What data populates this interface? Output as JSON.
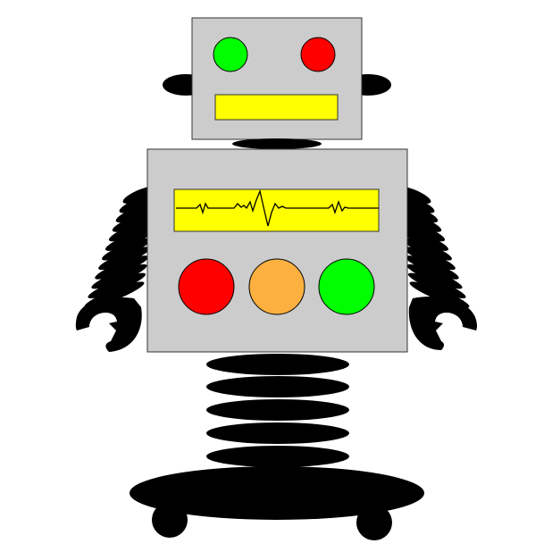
{
  "colors": {
    "background": "#ffffff",
    "body_gray": "#cccccc",
    "outline": "#333333",
    "black": "#000000",
    "screen_yellow": "#ffff00",
    "left_eye": "#00ff00",
    "right_eye": "#ff0000",
    "light_red": "#ff0000",
    "light_orange": "#fbb040",
    "light_green": "#00ff00"
  },
  "icons": {
    "head": "robot-head",
    "eyes": [
      "green-eye-icon",
      "red-eye-icon"
    ],
    "mouth": "mouth-bar",
    "screen": "heartbeat-waveform",
    "lights": [
      "red-light-icon",
      "orange-light-icon",
      "green-light-icon"
    ],
    "arms": [
      "left-spring-arm",
      "right-spring-arm"
    ],
    "claws": [
      "left-claw-icon",
      "right-claw-icon"
    ],
    "neck": "spring-neck",
    "base": "wheeled-base"
  }
}
